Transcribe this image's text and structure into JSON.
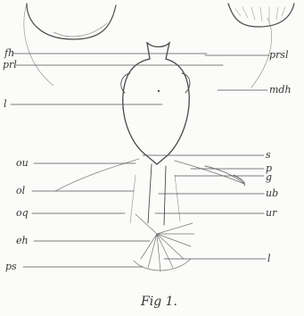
{
  "figure": {
    "caption": "Fig 1.",
    "labels": {
      "fh": "fh",
      "prl": "prl",
      "l_upper": "l",
      "prsl": "prsl",
      "mdh": "mdh",
      "s": "s",
      "ou": "ou",
      "p": "p",
      "g": "g",
      "ol": "ol",
      "ub": "ub",
      "oq": "oq",
      "ur": "ur",
      "eh": "eh",
      "ps": "ps",
      "l_lower": "l"
    }
  }
}
